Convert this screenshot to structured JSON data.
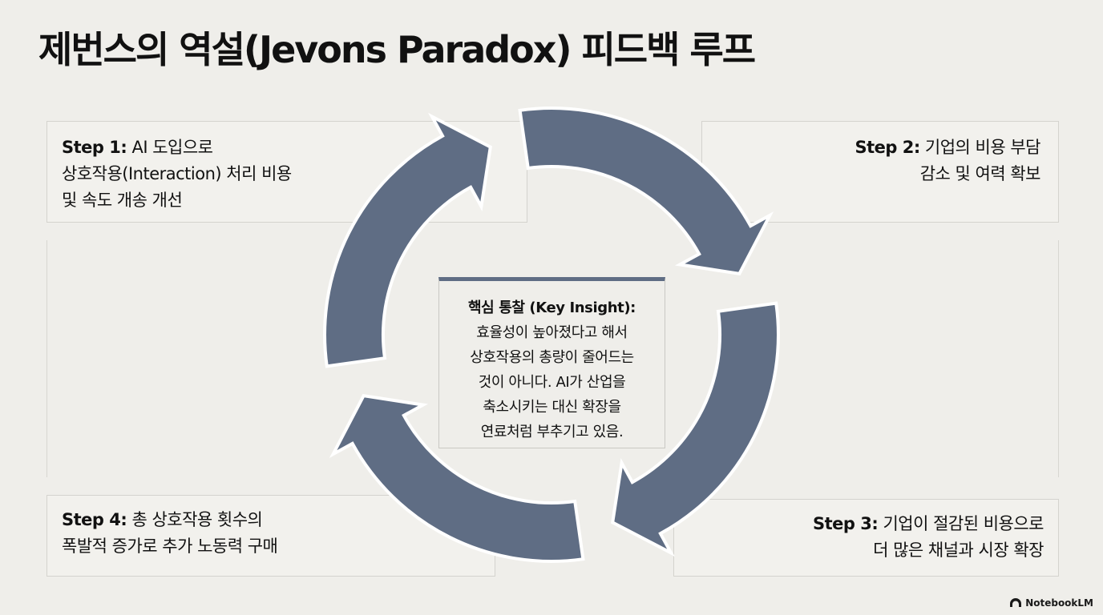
{
  "title": "제번스의 역설(Jevons Paradox) 피드백 루프",
  "steps": [
    {
      "head": "Step 1:",
      "lines": [
        "AI 도입으로",
        "상호작용(Interaction) 처리 비용",
        "및 속도 개송 개선"
      ]
    },
    {
      "head": "Step 2:",
      "lines": [
        "기업의 비용 부담",
        "감소 및 여력 확보"
      ]
    },
    {
      "head": "Step 3:",
      "lines": [
        "기업이 절감된 비용으로",
        "더 많은 채널과 시장 확장"
      ]
    },
    {
      "head": "Step 4:",
      "lines": [
        "총 상호작용 횟수의",
        "폭발적 증가로 추가 노동력 구매"
      ]
    }
  ],
  "insight": {
    "head": "핵심 통찰 (Key Insight):",
    "lines": [
      "효율성이 높아졌다고 해서",
      "상호작용의 총량이 줄어드는",
      "것이 아니다. AI가 산업을",
      "축소시키는 대신 확장을",
      "연료처럼 부추기고 있음."
    ]
  },
  "branding": {
    "label": "NotebookLM",
    "icon": "notebooklm-logo-icon"
  },
  "colors": {
    "arrow": "#5f6d84",
    "arrow_outline": "#ffffff",
    "background": "#efeeea"
  }
}
